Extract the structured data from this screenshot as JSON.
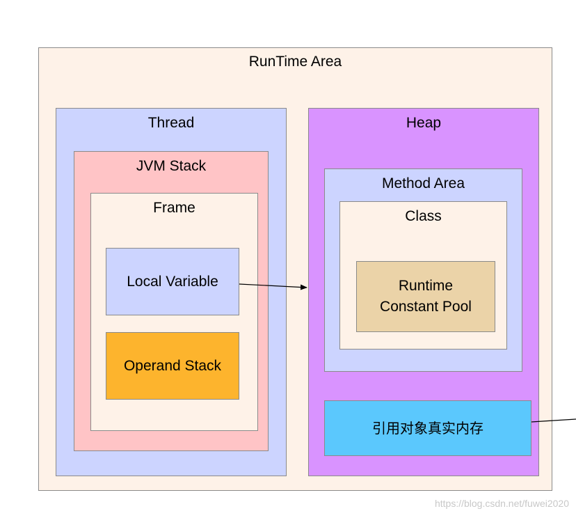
{
  "diagram": {
    "runtime_area": {
      "title": "RunTime Area"
    },
    "thread": {
      "title": "Thread"
    },
    "jvm_stack": {
      "title": "JVM Stack"
    },
    "frame": {
      "title": "Frame"
    },
    "local_variable": {
      "label": "Local Variable"
    },
    "operand_stack": {
      "label": "Operand Stack"
    },
    "heap": {
      "title": "Heap"
    },
    "method_area": {
      "title": "Method Area"
    },
    "class": {
      "title": "Class"
    },
    "runtime_constant_pool": {
      "line1": "Runtime",
      "line2": "Constant Pool"
    },
    "reference_object_memory": {
      "label": "引用对象真实内存"
    }
  },
  "watermark": "https://blog.csdn.net/fuwei2020",
  "colors": {
    "runtime_area": "#fef2e8",
    "thread": "#ccd4ff",
    "jvm_stack": "#ffc4c6",
    "frame": "#fef2e8",
    "local_variable": "#ccd4ff",
    "operand_stack": "#fdb42d",
    "heap": "#d993ff",
    "method_area": "#ccd4ff",
    "class": "#fef2e8",
    "runtime_constant_pool": "#ebd3a8",
    "reference_object_memory": "#5bc8fd"
  }
}
